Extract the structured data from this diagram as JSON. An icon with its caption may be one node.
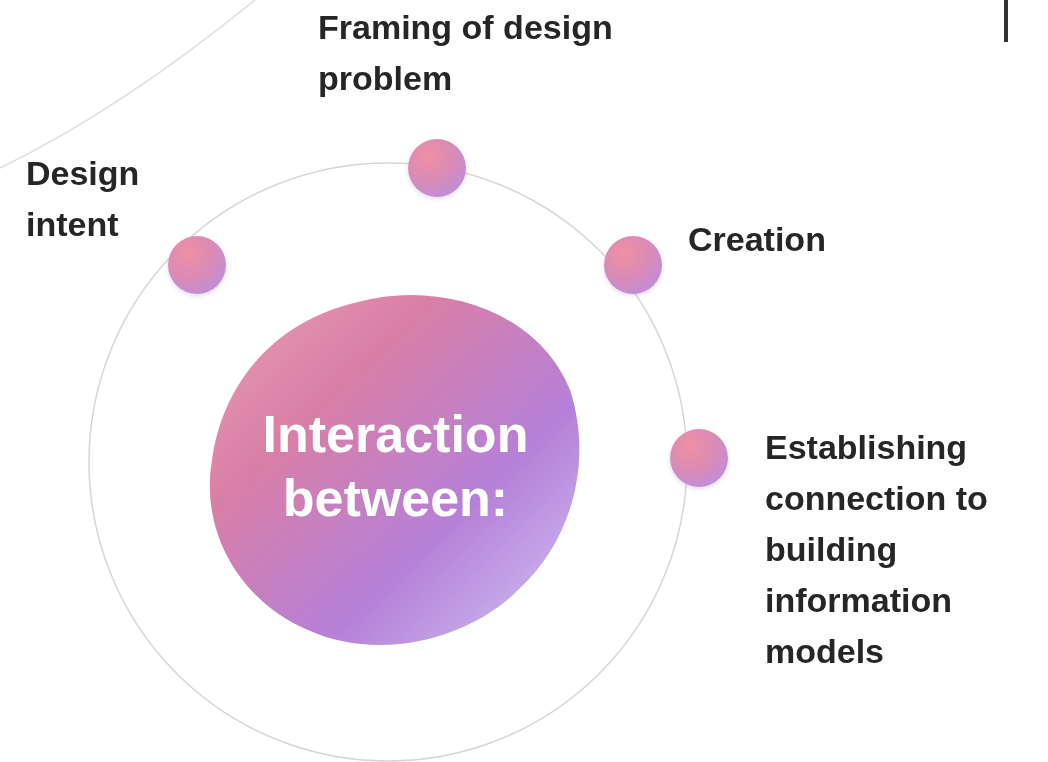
{
  "diagram": {
    "nodes": [
      {
        "text": [
          "Interaction between:"
        ]
      },
      {
        "text": [],
        "shape": "circle",
        "beside": [
          "Design intent"
        ]
      },
      {
        "text": [],
        "shape": "circle",
        "beside": [
          "Framing of design problem"
        ]
      },
      {
        "text": [],
        "shape": "circle",
        "beside": [
          "Creation"
        ]
      },
      {
        "text": [],
        "shape": "circle",
        "beside": [
          "Establishing connection to building information models"
        ]
      }
    ],
    "edges": []
  }
}
